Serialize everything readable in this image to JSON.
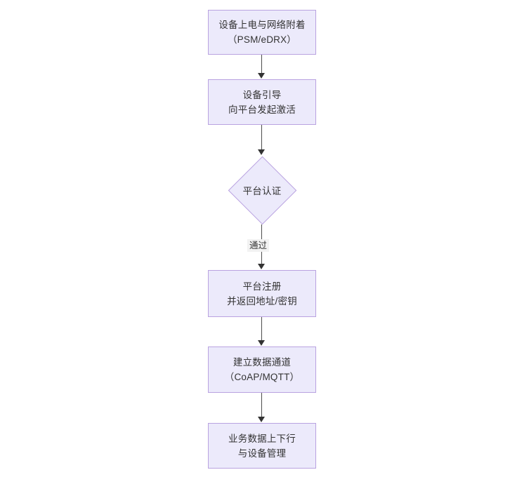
{
  "diagram": {
    "type": "flowchart",
    "orientation": "top-to-bottom",
    "background_color": "#FFFFFF",
    "node_fill_color": "#ECEAFB",
    "node_border_color": "#B9A2E0",
    "text_color": "#333333",
    "connector_color": "#4D4D4D",
    "nodes": [
      {
        "id": "power",
        "shape": "rectangle",
        "line1": "设备上电与网络附着",
        "line2": "（PSM/eDRX）"
      },
      {
        "id": "bootstrap",
        "shape": "rectangle",
        "line1": "设备引导",
        "line2": "向平台发起激活"
      },
      {
        "id": "auth",
        "shape": "diamond",
        "line1": "平台认证",
        "line2": ""
      },
      {
        "id": "register",
        "shape": "rectangle",
        "line1": "平台注册",
        "line2": "并返回地址/密钥"
      },
      {
        "id": "channel",
        "shape": "rectangle",
        "line1": "建立数据通道",
        "line2": "（CoAP/MQTT）"
      },
      {
        "id": "business",
        "shape": "rectangle",
        "line1": "业务数据上下行",
        "line2": "与设备管理"
      }
    ],
    "edges": [
      {
        "id": "e1",
        "from": "power",
        "to": "bootstrap",
        "label": ""
      },
      {
        "id": "e2",
        "from": "bootstrap",
        "to": "auth",
        "label": ""
      },
      {
        "id": "e3",
        "from": "auth",
        "to": "register",
        "label": "通过"
      },
      {
        "id": "e4",
        "from": "register",
        "to": "channel",
        "label": ""
      },
      {
        "id": "e5",
        "from": "channel",
        "to": "business",
        "label": ""
      }
    ]
  }
}
